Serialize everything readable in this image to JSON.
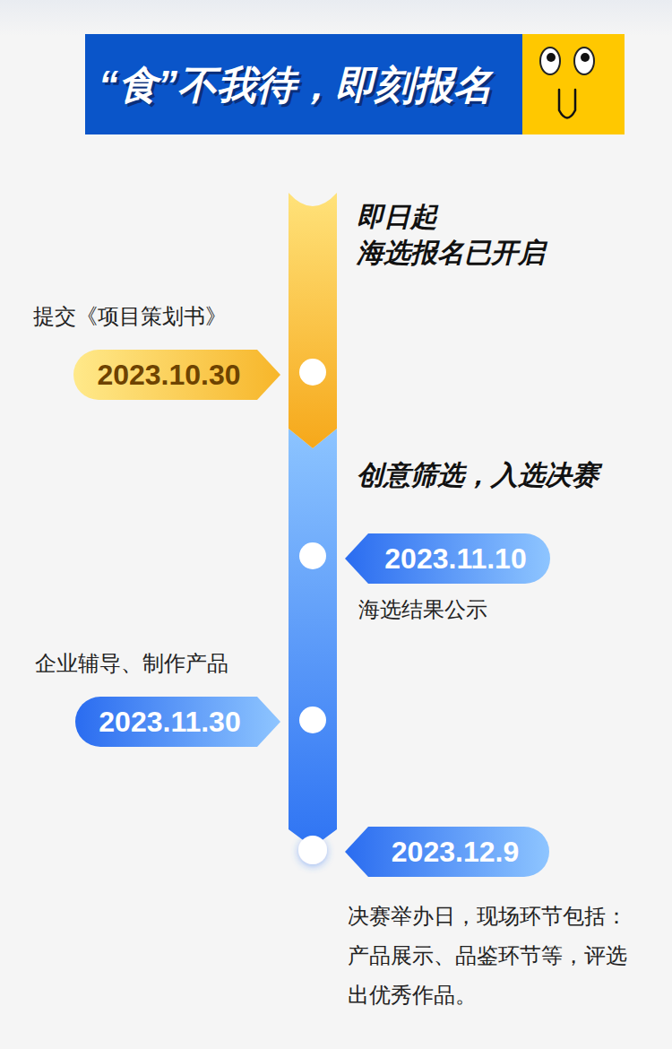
{
  "diagram": {
    "title": "“食”不我待，即刻报名",
    "nodes": [
      {
        "text": [
          "提交《项目策划书》",
          "2023.10.30"
        ]
      },
      {
        "text": [
          "2023.11.10",
          "海选结果公示"
        ]
      },
      {
        "text": [
          "企业辅导、制作产品",
          "2023.11.30"
        ]
      },
      {
        "text": [
          "2023.12.9",
          "决赛举办日，现场环节包括：产品展示、品鉴环节等，评选出优秀作品。"
        ]
      }
    ],
    "labels": [
      "即日起 海选报名已开启",
      "创意筛选，入选决赛"
    ]
  }
}
